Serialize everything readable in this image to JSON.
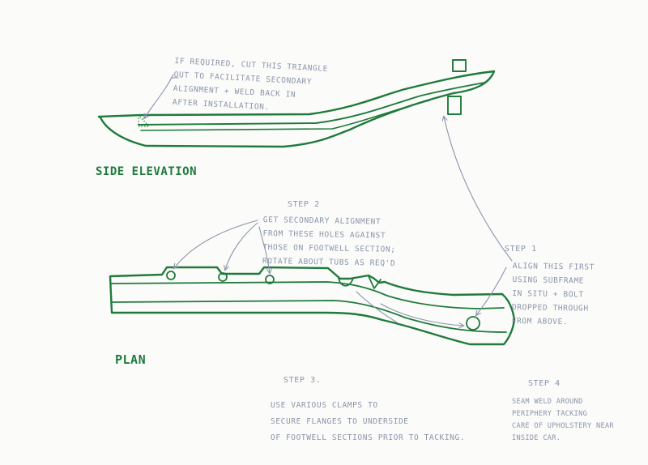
{
  "headings": {
    "side_elevation": "Side Elevation",
    "plan": "Plan"
  },
  "notes": {
    "triangle": "If required, cut this triangle\nout to facilitate secondary\nalignment + weld back in\nafter installation.",
    "step1_title": "Step 1",
    "step1_body": "Align this first\nusing subframe\nin situ + bolt\ndropped through\nfrom above.",
    "step2_title": "Step 2",
    "step2_body": "Get secondary alignment\nfrom these holes against\nthose on footwell section;\nrotate about tubs as req'd",
    "step3_title": "Step 3.",
    "step3_body": "Use various clamps to\nsecure flanges to underside\nof footwell sections prior to tacking.",
    "step4_title": "Step 4",
    "step4_body": "Seam weld around\nperiphery tacking\ncare of upholstery near\ninside car."
  },
  "colors": {
    "ink_green": "#1f7a3c",
    "ink_blue": "#8a95ab",
    "paper": "#fbfbf9"
  }
}
